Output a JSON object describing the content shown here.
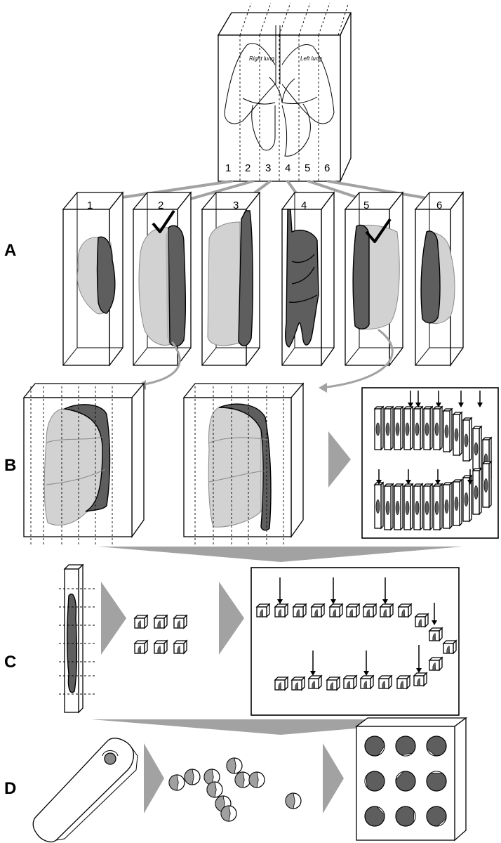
{
  "panels": {
    "a": "A",
    "b": "B",
    "c": "C",
    "d": "D"
  },
  "lung_labels": {
    "right": "Right lung",
    "left": "Left lung"
  },
  "slab_numbers": [
    "1",
    "2",
    "3",
    "4",
    "5",
    "6"
  ],
  "colors": {
    "dark_tissue": "#5e5e5e",
    "light_tissue": "#d2d2d2",
    "flow_arrow": "#a2a2a2"
  }
}
